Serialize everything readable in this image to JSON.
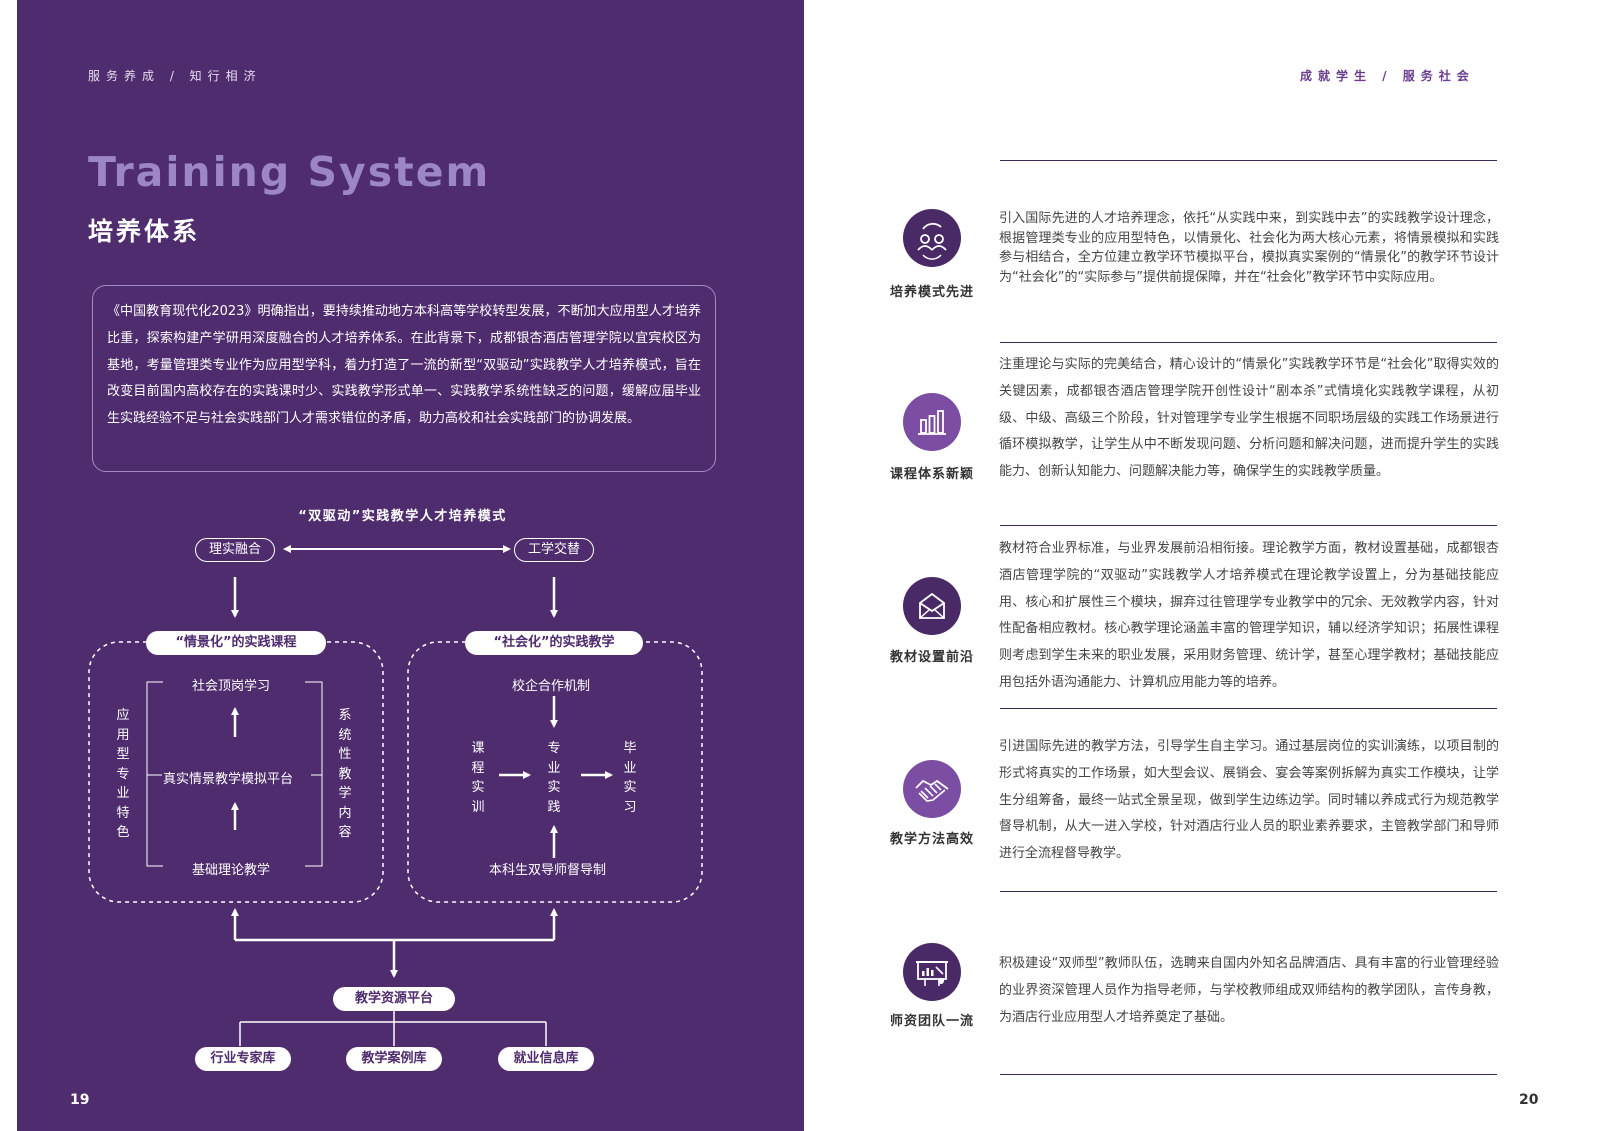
{
  "left_page": {
    "header": "服务养成 / 知行相济",
    "title_en": "Training System",
    "title_cn": "培养体系",
    "intro": "《中国教育现代化2023》明确指出，要持续推动地方本科高等学校转型发展，不断加大应用型人才培养比重，探索构建产学研用深度融合的人才培养体系。在此背景下，成都银杏酒店管理学院以宜宾校区为基地，考量管理类专业作为应用型学科，着力打造了一流的新型“双驱动”实践教学人才培养模式，旨在改变目前国内高校存在的实践课时少、实践教学形式单一、实践教学系统性缺乏的问题，缓解应届毕业生实践经验不足与社会实践部门人才需求错位的矛盾，助力高校和社会实践部门的协调发展。",
    "diagram": {
      "title": "“双驱动”实践教学人才培养模式",
      "top_left": "理实融合",
      "top_right": "工学交替",
      "box_left": {
        "header": "“情景化”的实践课程",
        "top": "社会顶岗学习",
        "center": "真实情景教学模拟平台",
        "bottom": "基础理论教学",
        "side_left": "应用型专业特色",
        "side_right": "系统性教学内容"
      },
      "box_right": {
        "header": "“社会化”的实践教学",
        "top": "校企合作机制",
        "left_col": "课程实训",
        "center_col": "专业实践",
        "right_col": "毕业实习",
        "bottom": "本科生双导师督导制"
      },
      "platform": "教学资源平台",
      "libraries": [
        "行业专家库",
        "教学案例库",
        "就业信息库"
      ]
    },
    "page_number": "19"
  },
  "right_page": {
    "header": "成就学生 / 服务社会",
    "features": [
      {
        "icon": "people-cycle-icon",
        "label": "培养模式先进",
        "text": "引入国际先进的人才培养理念，依托“从实践中来，到实践中去”的实践教学设计理念，根据管理类专业的应用型特色，以情景化、社会化为两大核心元素，将情景模拟和实践参与相结合，全方位建立教学环节模拟平台，模拟真实案例的“情景化”的教学环节设计为“社会化”的“实际参与”提供前提保障，并在“社会化”教学环节中实际应用。"
      },
      {
        "icon": "bar-chart-icon",
        "label": "课程体系新颖",
        "text": "注重理论与实际的完美结合，精心设计的“情景化”实践教学环节是“社会化”取得实效的关键因素，成都银杏酒店管理学院开创性设计“剧本杀”式情境化实践教学课程，从初级、中级、高级三个阶段，针对管理学专业学生根据不同职场层级的实践工作场景进行循环模拟教学，让学生从中不断发现问题、分析问题和解决问题，进而提升学生的实践能力、创新认知能力、问题解决能力等，确保学生的实践教学质量。"
      },
      {
        "icon": "envelope-icon",
        "label": "教材设置前沿",
        "text": "教材符合业界标准，与业界发展前沿相衔接。理论教学方面，教材设置基础，成都银杏酒店管理学院的“双驱动”实践教学人才培养模式在理论教学设置上，分为基础技能应用、核心和扩展性三个模块，摒弃过往管理学专业教学中的冗余、无效教学内容，针对性配备相应教材。核心教学理论涵盖丰富的管理学知识，辅以经济学知识；拓展性课程则考虑到学生未来的职业发展，采用财务管理、统计学，甚至心理学教材；基础技能应用包括外语沟通能力、计算机应用能力等的培养。"
      },
      {
        "icon": "handshake-icon",
        "label": "教学方法高效",
        "text": "引进国际先进的教学方法，引导学生自主学习。通过基层岗位的实训演练，以项目制的形式将真实的工作场景，如大型会议、展销会、宴会等案例拆解为真实工作模块，让学生分组筹备，最终一站式全景呈现，做到学生边练边学。同时辅以养成式行为规范教学督导机制，从大一进入学校，针对酒店行业人员的职业素养要求，主管教学部门和导师进行全流程督导教学。"
      },
      {
        "icon": "presentation-icon",
        "label": "师资团队一流",
        "text": "积极建设“双师型”教师队伍，选聘来自国内外知名品牌酒店、具有丰富的行业管理经验的业界资深管理人员作为指导老师，与学校教师组成双师结构的教学团队，言传身教，为酒店行业应用型人才培养奠定了基础。"
      }
    ],
    "page_number": "20"
  },
  "colors": {
    "purple_dark": "#4f2c6e",
    "purple_icon": "#4a2a66",
    "purple_icon_light": "#7b4ea3",
    "title_lavender": "#9c86c4"
  }
}
